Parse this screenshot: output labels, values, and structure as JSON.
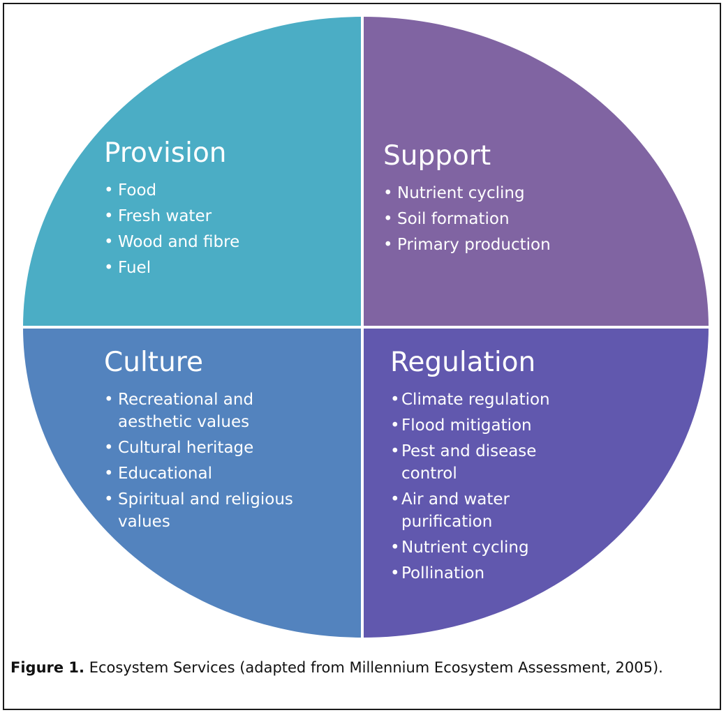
{
  "colors": {
    "provision": "#4BADC5",
    "support": "#8064A2",
    "culture": "#5383BE",
    "regulation": "#6158AE",
    "divider": "#ffffff",
    "text": "#ffffff"
  },
  "quadrants": {
    "provision": {
      "title": "Provision",
      "items": [
        "Food",
        "Fresh water",
        "Wood and fibre",
        "Fuel"
      ]
    },
    "support": {
      "title": "Support",
      "items": [
        "Nutrient cycling",
        "Soil formation",
        "Primary production"
      ]
    },
    "culture": {
      "title": "Culture",
      "items": [
        "Recreational and aesthetic values",
        "Cultural heritage",
        "Educational",
        "Spiritual and religious values"
      ]
    },
    "regulation": {
      "title": "Regulation",
      "items": [
        "Climate regulation",
        "Flood mitigation",
        "Pest and disease control",
        "Air and water purification",
        "Nutrient cycling",
        "Pollination"
      ]
    }
  },
  "caption": {
    "label": "Figure 1.",
    "text": " Ecosystem Services (adapted from Millennium Ecosystem Assessment, 2005)."
  }
}
